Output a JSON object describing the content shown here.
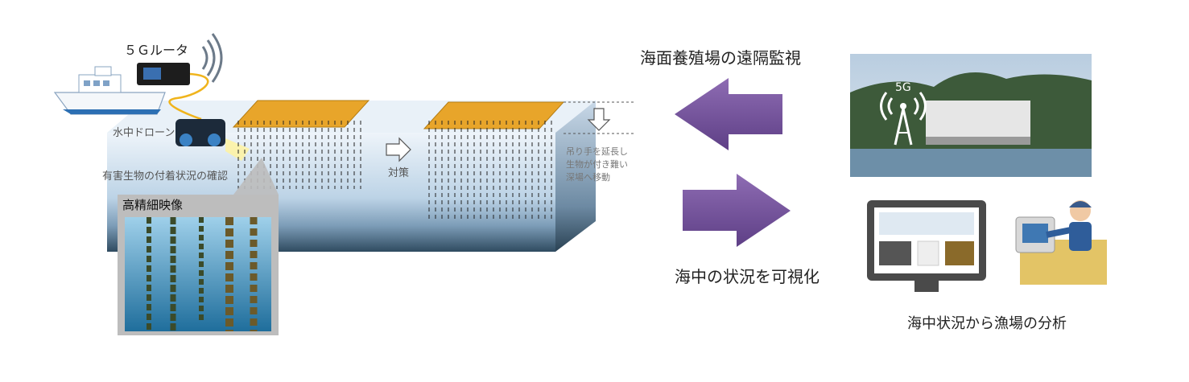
{
  "labels": {
    "router": "５Ｇルータ",
    "drone": "水中ドローン",
    "check": "有害生物の付着状況の確認",
    "hd_video": "高精細映像",
    "measure": "対策",
    "relocate": [
      "吊り手を延長し",
      "生物が付き難い",
      "深場へ移動"
    ],
    "remote_monitoring": "海面養殖場の遠隔監視",
    "visualize": "海中の状況を可視化",
    "analysis": "海中状況から漁場の分析",
    "fiveg": "5G"
  },
  "colors": {
    "arrow_purple": "#7B5A9E",
    "water_top": "#dbe7f3",
    "water_bottom": "#3f5f77",
    "raft_orange": "#e8a52a",
    "sea_photo": "#6fa0c8"
  }
}
